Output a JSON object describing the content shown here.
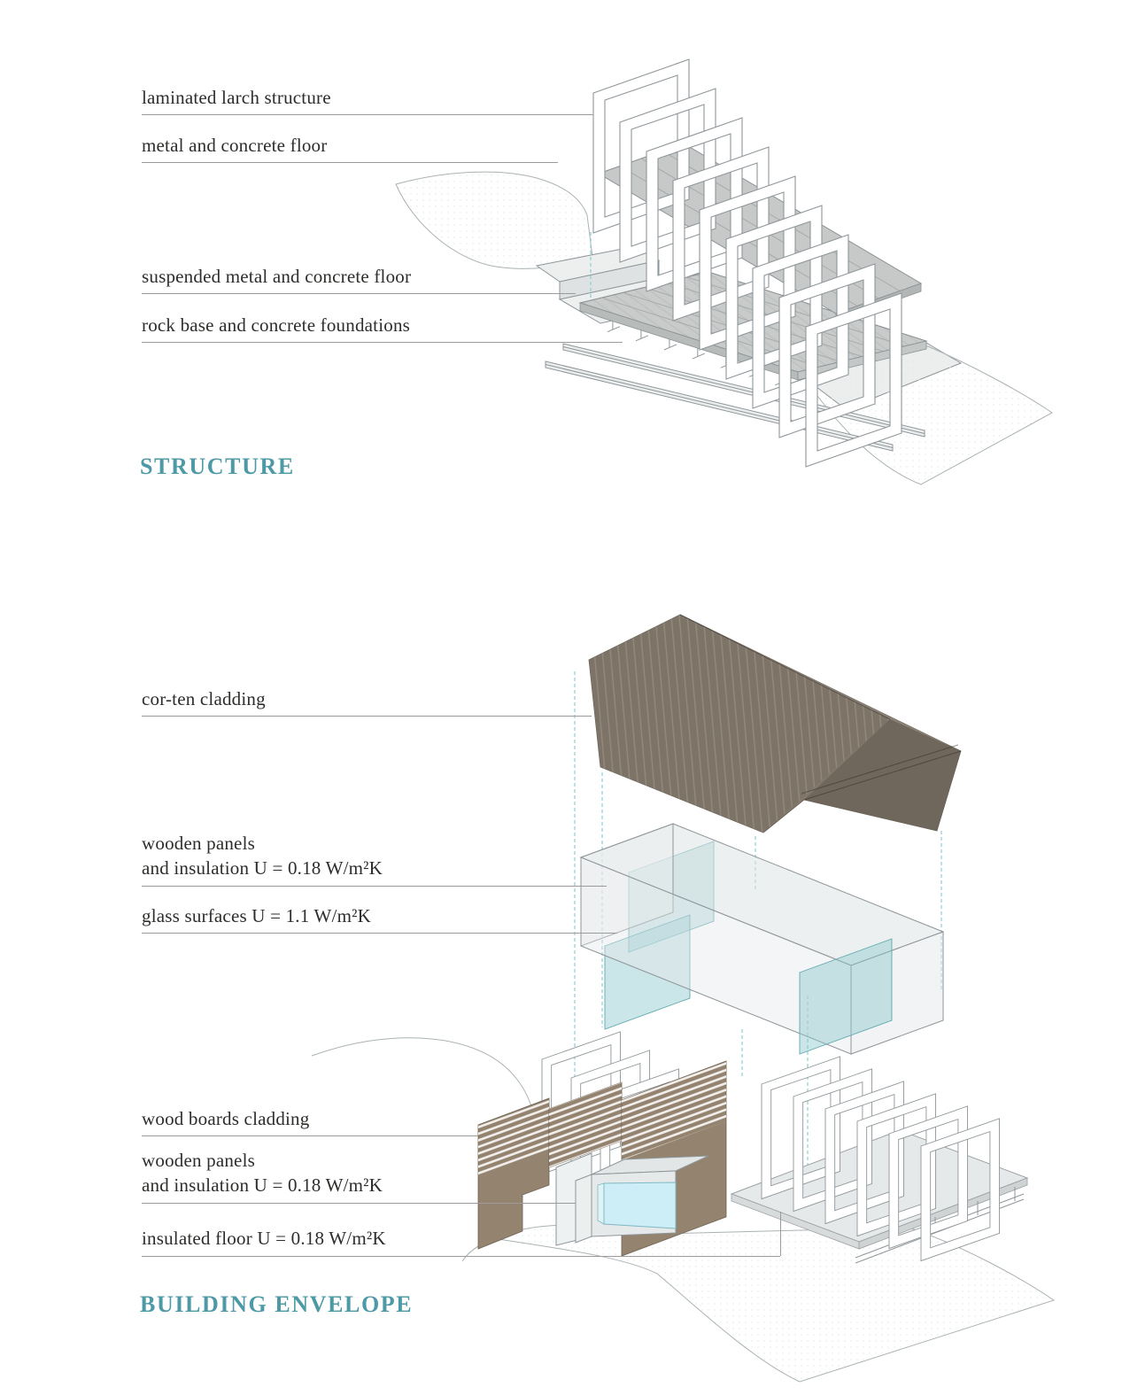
{
  "colors": {
    "accent-teal": "#4d9aa6",
    "label-text": "#2e2d2b",
    "leader-line": "#9b9b9b",
    "line-gray": "#8f969a",
    "terrain-line": "#abb2b4",
    "guide-teal": "#8fcdd2",
    "slab-gray": "#c8cbca",
    "corten-main": "#83786c",
    "corten-left": "#7d7367",
    "corten-light": "#8d8276",
    "corten-dark": "#6f665c",
    "wood-brown": "#93836f",
    "glass-teal": "#8bc7cd",
    "glass-cyan": "#cdeef6"
  },
  "sections": {
    "structure": {
      "title": "STRUCTURE",
      "labels": [
        {
          "line1": "laminated larch structure",
          "line2": ""
        },
        {
          "line1": "metal and concrete floor",
          "line2": ""
        },
        {
          "line1": "suspended metal and concrete floor",
          "line2": ""
        },
        {
          "line1": "rock base and concrete foundations",
          "line2": ""
        }
      ]
    },
    "envelope": {
      "title": "BUILDING ENVELOPE",
      "labels": [
        {
          "line1": "cor-ten cladding",
          "line2": ""
        },
        {
          "line1": "wooden panels",
          "line2": "and insulation U = 0.18 W/m²K"
        },
        {
          "line1": "glass surfaces U = 1.1 W/m²K",
          "line2": ""
        },
        {
          "line1": "wood boards cladding",
          "line2": ""
        },
        {
          "line1": "wooden panels",
          "line2": "and insulation U = 0.18 W/m²K"
        },
        {
          "line1": "insulated floor U = 0.18 W/m²K",
          "line2": ""
        }
      ]
    }
  }
}
